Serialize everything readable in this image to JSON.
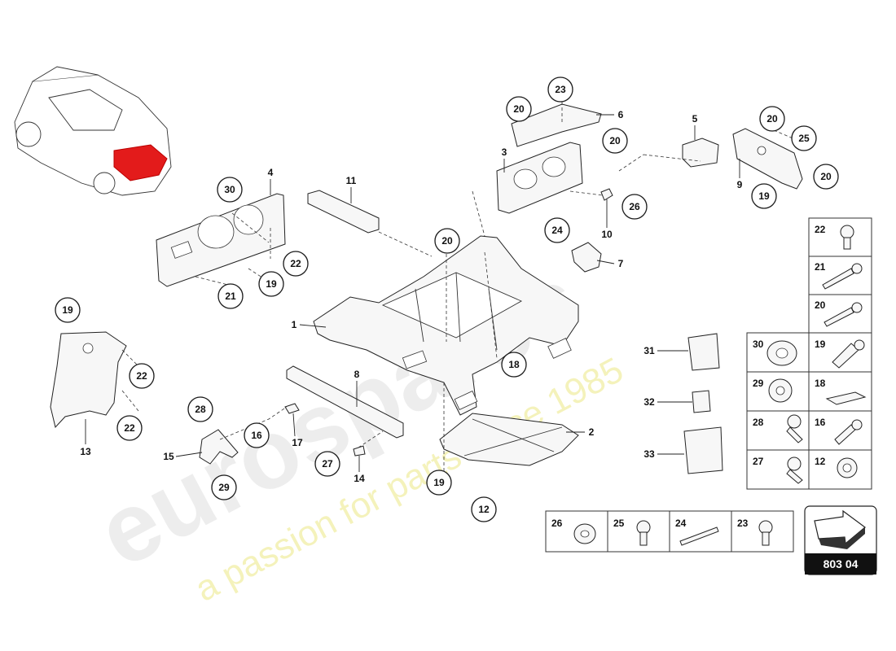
{
  "diagram": {
    "reference_code": "803 04",
    "watermark_main": "eurospares",
    "watermark_sub": "a passion for parts since 1985",
    "callouts": {
      "c30": "30",
      "c22a": "22",
      "c19a": "19",
      "c21": "21",
      "c19b": "19",
      "c22b": "22",
      "c22c": "22",
      "c20a": "20",
      "c23": "23",
      "c20b": "20",
      "c20c": "20",
      "c20d": "20",
      "c25": "25",
      "c20e": "20",
      "c19c": "19",
      "c26": "26",
      "c24": "24",
      "c18": "18",
      "c28": "28",
      "c16": "16",
      "c29": "29",
      "c27": "27",
      "c19d": "19",
      "c12": "12"
    },
    "labels": {
      "l4": "4",
      "l11": "11",
      "l1": "1",
      "l13": "13",
      "l3": "3",
      "l6": "6",
      "l5": "5",
      "l9": "9",
      "l10": "10",
      "l7": "7",
      "l8": "8",
      "l2": "2",
      "l15": "15",
      "l17": "17",
      "l14": "14",
      "l31": "31",
      "l32": "32",
      "l33": "33"
    },
    "fastener_table_right": [
      {
        "left": "22",
        "right": null
      },
      {
        "left": "21",
        "right": null
      },
      {
        "left": "20",
        "right": null
      },
      {
        "left": "30",
        "right": "19"
      },
      {
        "left": "29",
        "right": "18"
      },
      {
        "left": "28",
        "right": "16"
      },
      {
        "left": "27",
        "right": "12"
      }
    ],
    "fastener_table_bottom": [
      "26",
      "25",
      "24",
      "23"
    ]
  }
}
